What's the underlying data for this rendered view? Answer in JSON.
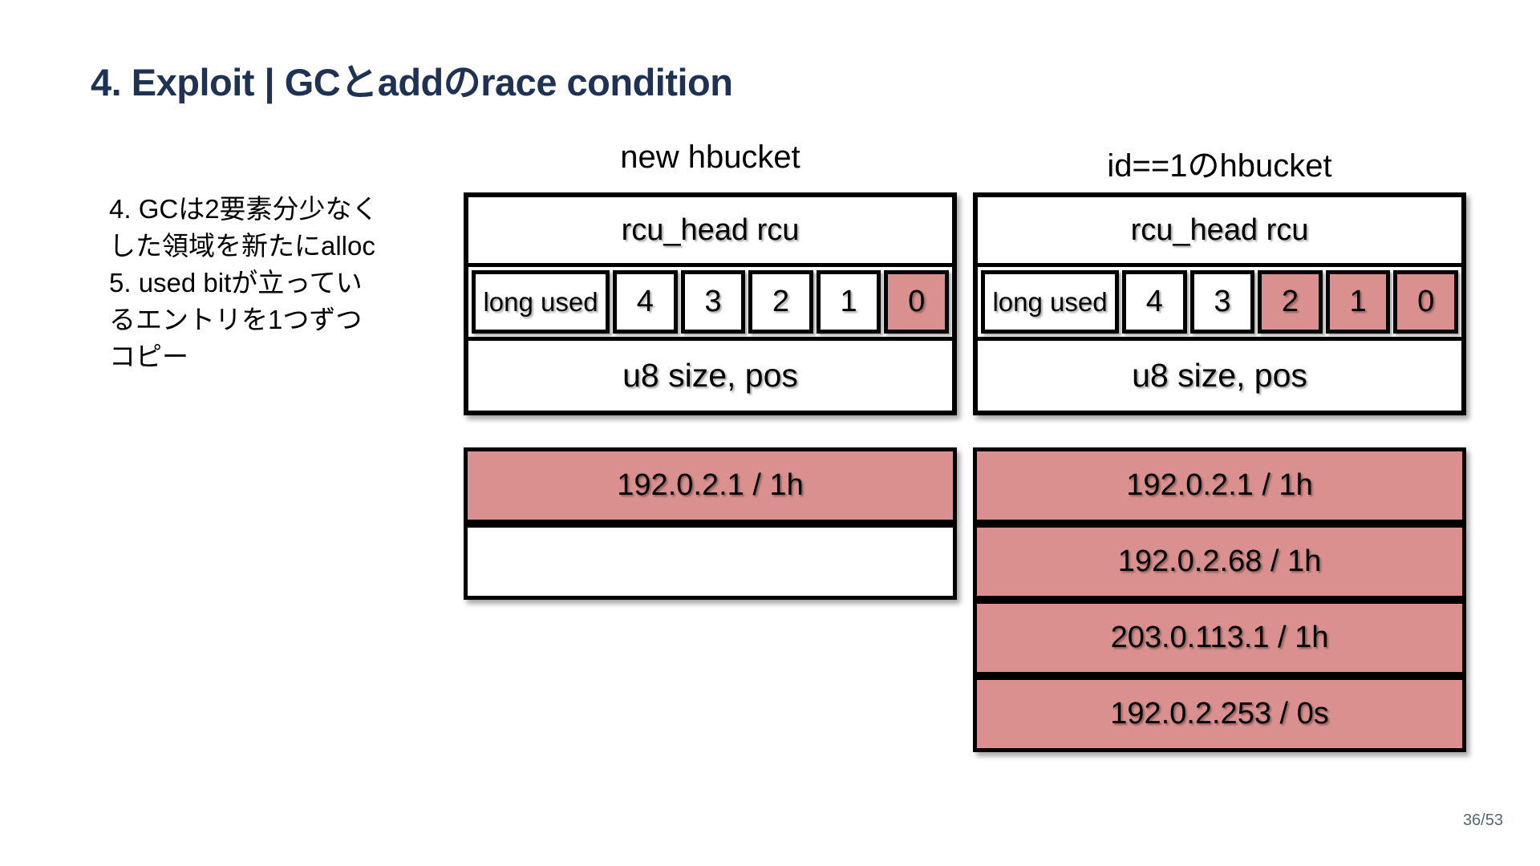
{
  "slide": {
    "title": "4. Exploit | GCとaddのrace condition",
    "page_number": "36/53"
  },
  "note": {
    "lines": [
      "4. GCは2要素分少なく",
      "した領域を新たにalloc",
      "5. used bitが立ってい",
      "るエントリを1つずつ",
      "コピー"
    ]
  },
  "colors": {
    "used_fill": "#D9908E",
    "title": "#1F3254",
    "page_number": "#5A6577"
  },
  "buckets": [
    {
      "label": "new hbucket",
      "rcu_field": "rcu_head rcu",
      "used_field": "long used",
      "bits": [
        {
          "label": "4",
          "used": false
        },
        {
          "label": "3",
          "used": false
        },
        {
          "label": "2",
          "used": false
        },
        {
          "label": "1",
          "used": false
        },
        {
          "label": "0",
          "used": true
        }
      ],
      "size_field": "u8 size, pos",
      "entries": [
        {
          "text": "192.0.2.1 / 1h",
          "used": true
        },
        {
          "text": "",
          "used": false
        }
      ]
    },
    {
      "label": "id==1のhbucket",
      "rcu_field": "rcu_head rcu",
      "used_field": "long used",
      "bits": [
        {
          "label": "4",
          "used": false
        },
        {
          "label": "3",
          "used": false
        },
        {
          "label": "2",
          "used": true
        },
        {
          "label": "1",
          "used": true
        },
        {
          "label": "0",
          "used": true
        }
      ],
      "size_field": "u8 size, pos",
      "entries": [
        {
          "text": "192.0.2.1 / 1h",
          "used": true
        },
        {
          "text": "192.0.2.68 / 1h",
          "used": true
        },
        {
          "text": "203.0.113.1 / 1h",
          "used": true
        },
        {
          "text": "192.0.2.253 / 0s",
          "used": true
        }
      ]
    }
  ]
}
